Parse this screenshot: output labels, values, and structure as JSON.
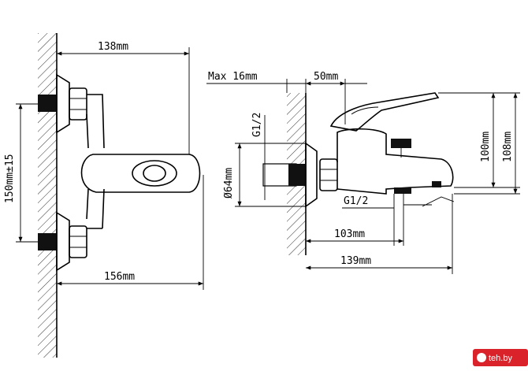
{
  "front_view": {
    "width_top": "138mm",
    "height_center": "150mm±15",
    "width_bottom": "156mm"
  },
  "side_view": {
    "max_depth": "Max 16mm",
    "spout_offset": "50mm",
    "inlet_thread": "G1/2",
    "flange_diameter": "Ø64mm",
    "height_100": "100mm",
    "height_108": "108mm",
    "outlet_thread": "G1/2",
    "length_103": "103mm",
    "length_139": "139mm"
  },
  "watermark": "teh.by",
  "colors": {
    "line": "#000000",
    "watermark_bg": "#d9222a"
  }
}
